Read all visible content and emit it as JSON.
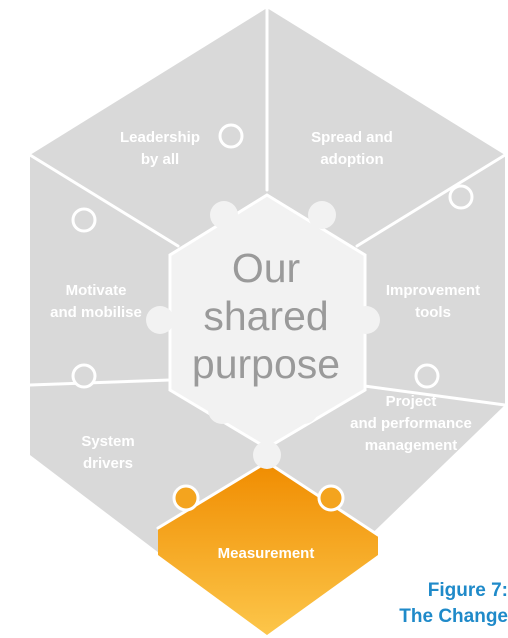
{
  "center": {
    "lines": [
      "Our",
      "shared",
      "purpose"
    ]
  },
  "segments": [
    {
      "id": "leadership",
      "lines": [
        "Leadership",
        "by all"
      ],
      "color": "#d9d9d9",
      "highlighted": false
    },
    {
      "id": "spread",
      "lines": [
        "Spread and",
        "adoption"
      ],
      "color": "#d9d9d9",
      "highlighted": false
    },
    {
      "id": "improvement",
      "lines": [
        "Improvement",
        "tools"
      ],
      "color": "#d9d9d9",
      "highlighted": false
    },
    {
      "id": "project",
      "lines": [
        "Project",
        "and performance",
        "management"
      ],
      "color": "#d9d9d9",
      "highlighted": false
    },
    {
      "id": "measurement",
      "lines": [
        "Measurement"
      ],
      "color": "#f39c1b",
      "highlighted": true
    },
    {
      "id": "system",
      "lines": [
        "System",
        "drivers"
      ],
      "color": "#d9d9d9",
      "highlighted": false
    },
    {
      "id": "motivate",
      "lines": [
        "Motivate",
        "and mobilise"
      ],
      "color": "#d9d9d9",
      "highlighted": false
    }
  ],
  "caption": {
    "line1": "Figure 7:",
    "line2": "The Change"
  },
  "colors": {
    "piece": "#d9d9d9",
    "line": "#ffffff",
    "highlight_top": "#f08c00",
    "highlight_bottom": "#fcc64a",
    "center_text": "#9a9a9a",
    "caption": "#1f8ac9"
  }
}
